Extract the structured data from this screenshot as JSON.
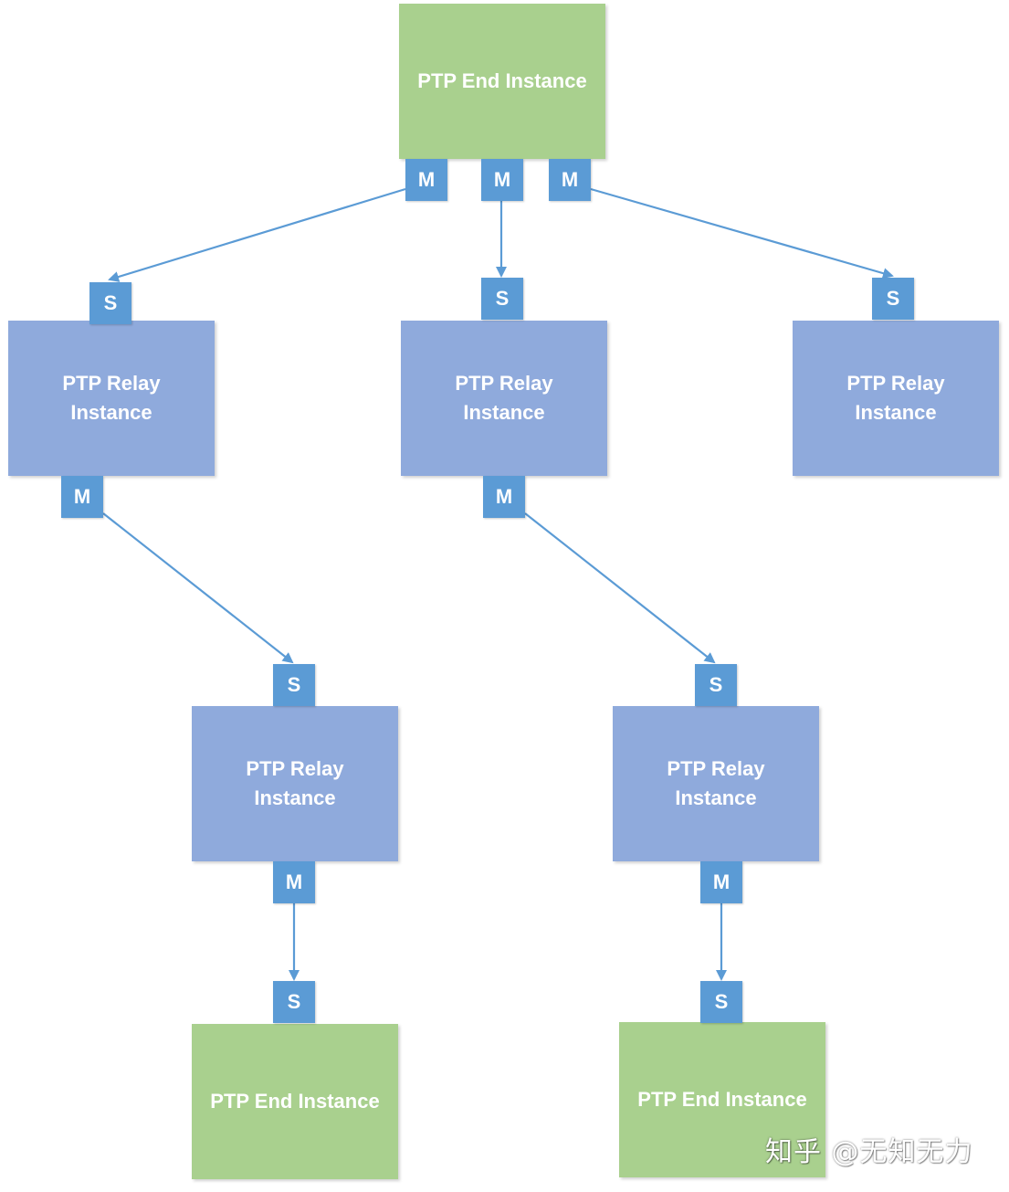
{
  "diagram": {
    "nodes": [
      {
        "id": "end-top",
        "kind": "end",
        "lines": [
          "PTP End Instance"
        ]
      },
      {
        "id": "relay-left",
        "kind": "relay",
        "lines": [
          "PTP Relay",
          "Instance"
        ]
      },
      {
        "id": "relay-center",
        "kind": "relay",
        "lines": [
          "PTP Relay",
          "Instance"
        ]
      },
      {
        "id": "relay-right",
        "kind": "relay",
        "lines": [
          "PTP Relay",
          "Instance"
        ]
      },
      {
        "id": "relay-lower-left",
        "kind": "relay",
        "lines": [
          "PTP Relay",
          "Instance"
        ]
      },
      {
        "id": "relay-lower-right",
        "kind": "relay",
        "lines": [
          "PTP Relay",
          "Instance"
        ]
      },
      {
        "id": "end-bottom-left",
        "kind": "end",
        "lines": [
          "PTP End Instance"
        ]
      },
      {
        "id": "end-bottom-right",
        "kind": "end",
        "lines": [
          "PTP End Instance"
        ]
      }
    ],
    "ports": [
      {
        "id": "p-top-m1",
        "label": "M"
      },
      {
        "id": "p-top-m2",
        "label": "M"
      },
      {
        "id": "p-top-m3",
        "label": "M"
      },
      {
        "id": "p-rl-s",
        "label": "S"
      },
      {
        "id": "p-rc-s",
        "label": "S"
      },
      {
        "id": "p-rr-s",
        "label": "S"
      },
      {
        "id": "p-rl-m",
        "label": "M"
      },
      {
        "id": "p-rc-m",
        "label": "M"
      },
      {
        "id": "p-rll-s",
        "label": "S"
      },
      {
        "id": "p-rlr-s",
        "label": "S"
      },
      {
        "id": "p-rll-m",
        "label": "M"
      },
      {
        "id": "p-rlr-m",
        "label": "M"
      },
      {
        "id": "p-ebl-s",
        "label": "S"
      },
      {
        "id": "p-ebr-s",
        "label": "S"
      }
    ],
    "edges": [
      {
        "from": "p-top-m1",
        "to": "p-rl-s"
      },
      {
        "from": "p-top-m2",
        "to": "p-rc-s"
      },
      {
        "from": "p-top-m3",
        "to": "p-rr-s"
      },
      {
        "from": "p-rl-m",
        "to": "p-rll-s"
      },
      {
        "from": "p-rc-m",
        "to": "p-rlr-s"
      },
      {
        "from": "p-rll-m",
        "to": "p-ebl-s"
      },
      {
        "from": "p-rlr-m",
        "to": "p-ebr-s"
      }
    ],
    "colors": {
      "end_node": "#a9d08e",
      "relay_node": "#8faadc",
      "port": "#5b9bd5",
      "arrow": "#5b9bd5"
    }
  },
  "watermark": "知乎 @无知无力"
}
